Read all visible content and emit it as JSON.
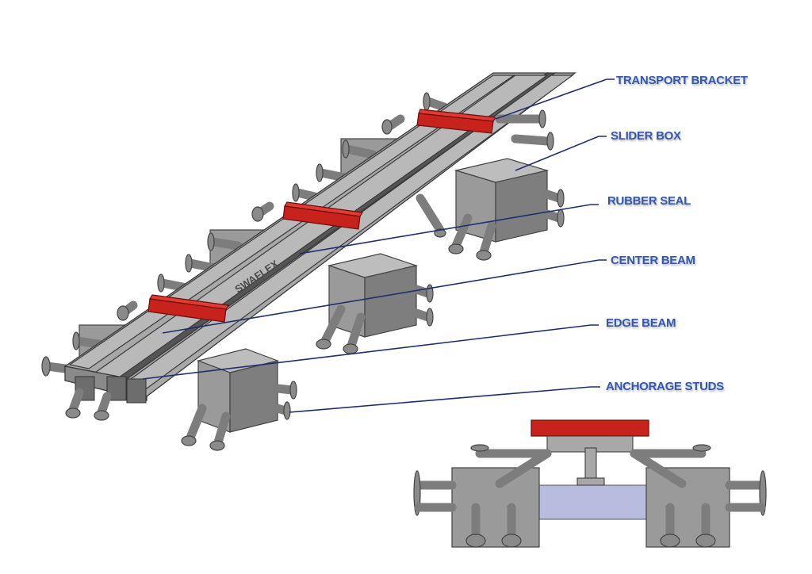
{
  "diagram": {
    "labels": {
      "transport_bracket": "TRANSPORT BRACKET",
      "slider_box": "SLIDER BOX",
      "rubber_seal": "RUBBER SEAL",
      "center_beam": "CENTER BEAM",
      "edge_beam": "EDGE BEAM",
      "anchorage_studs": "ANCHORAGE STUDS"
    },
    "colors": {
      "label": "#3457b0",
      "bracket": "#c8221c",
      "steel": "#a8a8a8",
      "seal_gap": "#b8bde0"
    },
    "beam_logo": "SWAFLEX"
  }
}
